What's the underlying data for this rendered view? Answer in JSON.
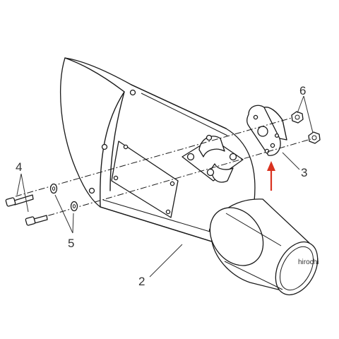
{
  "callouts": {
    "c2": "2",
    "c3": "3",
    "c4": "4",
    "c5": "5",
    "c6": "6"
  },
  "watermark": "hirochi",
  "colors": {
    "line": "#1a1a1a",
    "arrow": "#d9321f",
    "background": "#ffffff"
  }
}
